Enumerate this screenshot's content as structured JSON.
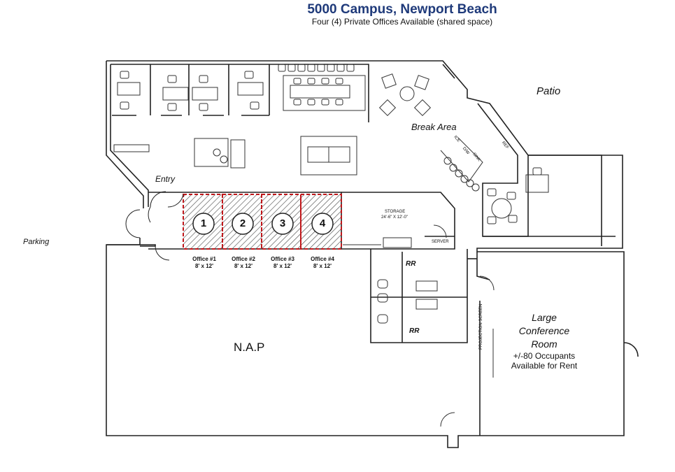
{
  "header": {
    "title": "5000 Campus, Newport Beach",
    "subtitle": "Four (4) Private Offices Available (shared space)"
  },
  "labels": {
    "patio": "Patio",
    "break_area": "Break Area",
    "entry": "Entry",
    "parking": "Parking",
    "nap": "N.A.P",
    "storage": "STORAGE",
    "storage_dims": "24'-6\" X 12'-0\"",
    "server": "SERVER",
    "rr_top": "RR",
    "rr_bottom": "RR",
    "projection_screen": "PROJECTION SCREEN",
    "ice": "ICE",
    "sink": "SINK",
    "dw": "D/W",
    "ref": "REF"
  },
  "offices": [
    {
      "number": "1",
      "name": "Office #1",
      "size": "8' x 12'"
    },
    {
      "number": "2",
      "name": "Office #2",
      "size": "8' x 12'"
    },
    {
      "number": "3",
      "name": "Office #3",
      "size": "8' x 12'"
    },
    {
      "number": "4",
      "name": "Office #4",
      "size": "8' x 12'"
    }
  ],
  "conference": {
    "line1": "Large",
    "line2": "Conference",
    "line3": "Room",
    "occupants": "+/-80 Occupants",
    "availability": "Available for Rent"
  },
  "colors": {
    "title": "#1f3a7a",
    "office_outline": "#c0181c",
    "walls": "#222222"
  }
}
